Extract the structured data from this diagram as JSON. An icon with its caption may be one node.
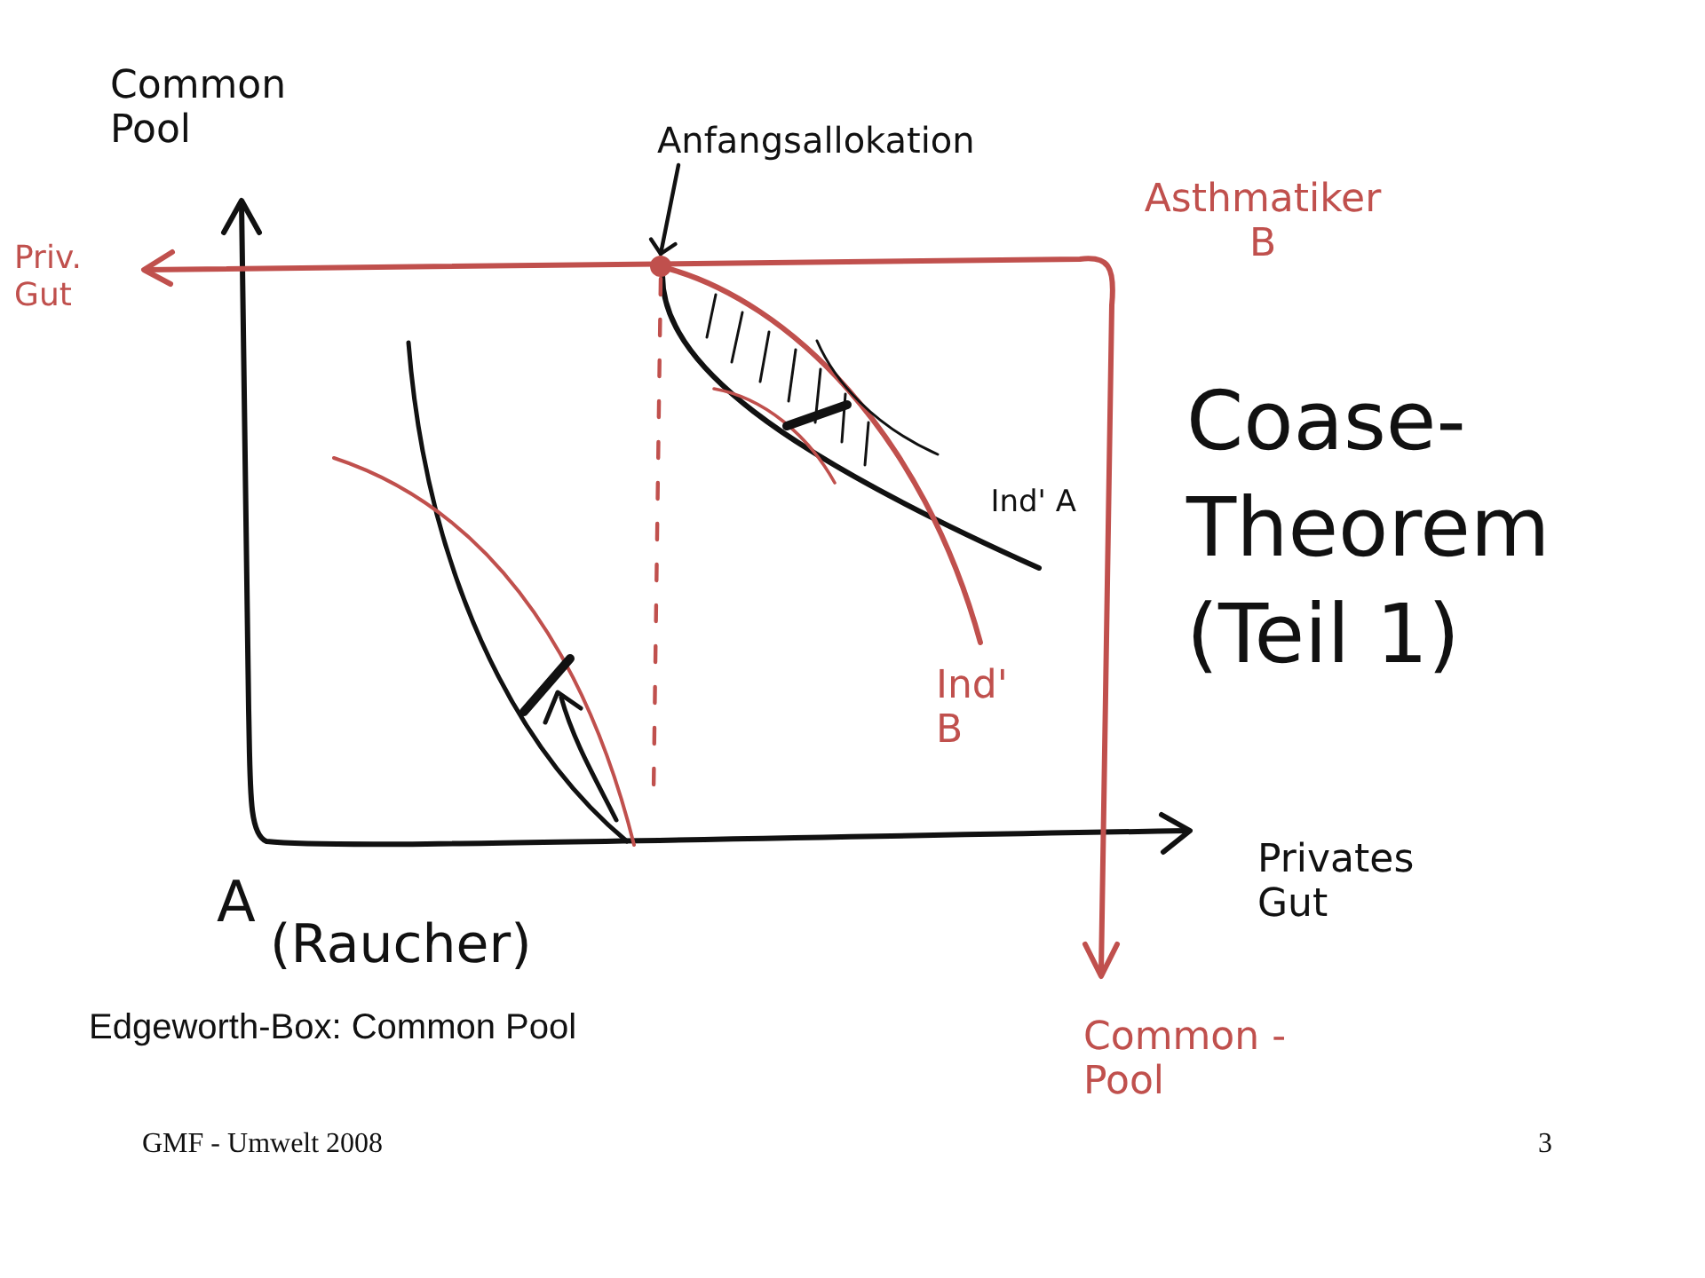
{
  "diagram": {
    "title": "Coase-Theorem (Teil 1)",
    "caption": "Edgeworth-Box: Common Pool",
    "nodes": [
      {
        "text": [
          "Anfangsallokation"
        ]
      },
      {
        "text": [],
        "shape": "circle"
      }
    ],
    "edges": [
      {
        "from": 0,
        "to": 1,
        "arrow": "to"
      },
      {
        "from": 1,
        "to": null,
        "arrow": "none",
        "style": "dashed",
        "color": "#c0504d"
      }
    ],
    "labels": [
      "Common Pool",
      "Asthmatiker B",
      "Priv. Gut",
      "Ind' A",
      "Ind' B",
      "Privates Gut",
      "A",
      "(Raucher)",
      "Common - Pool",
      "GMF - Umwelt 2008",
      "3"
    ]
  }
}
